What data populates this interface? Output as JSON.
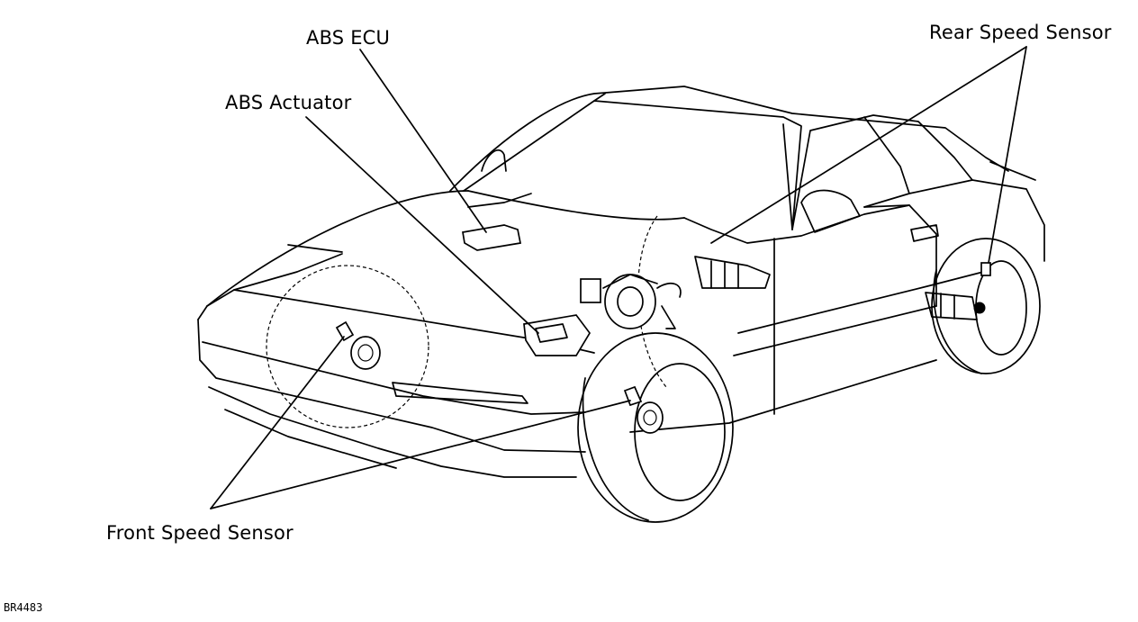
{
  "labels": {
    "abs_ecu": "ABS ECU",
    "abs_actuator": "ABS Actuator",
    "rear_speed_sensor": "Rear Speed Sensor",
    "front_speed_sensor": "Front Speed Sensor"
  },
  "figure_code": "BR4483",
  "colors": {
    "line": "#000000",
    "background": "#ffffff"
  }
}
